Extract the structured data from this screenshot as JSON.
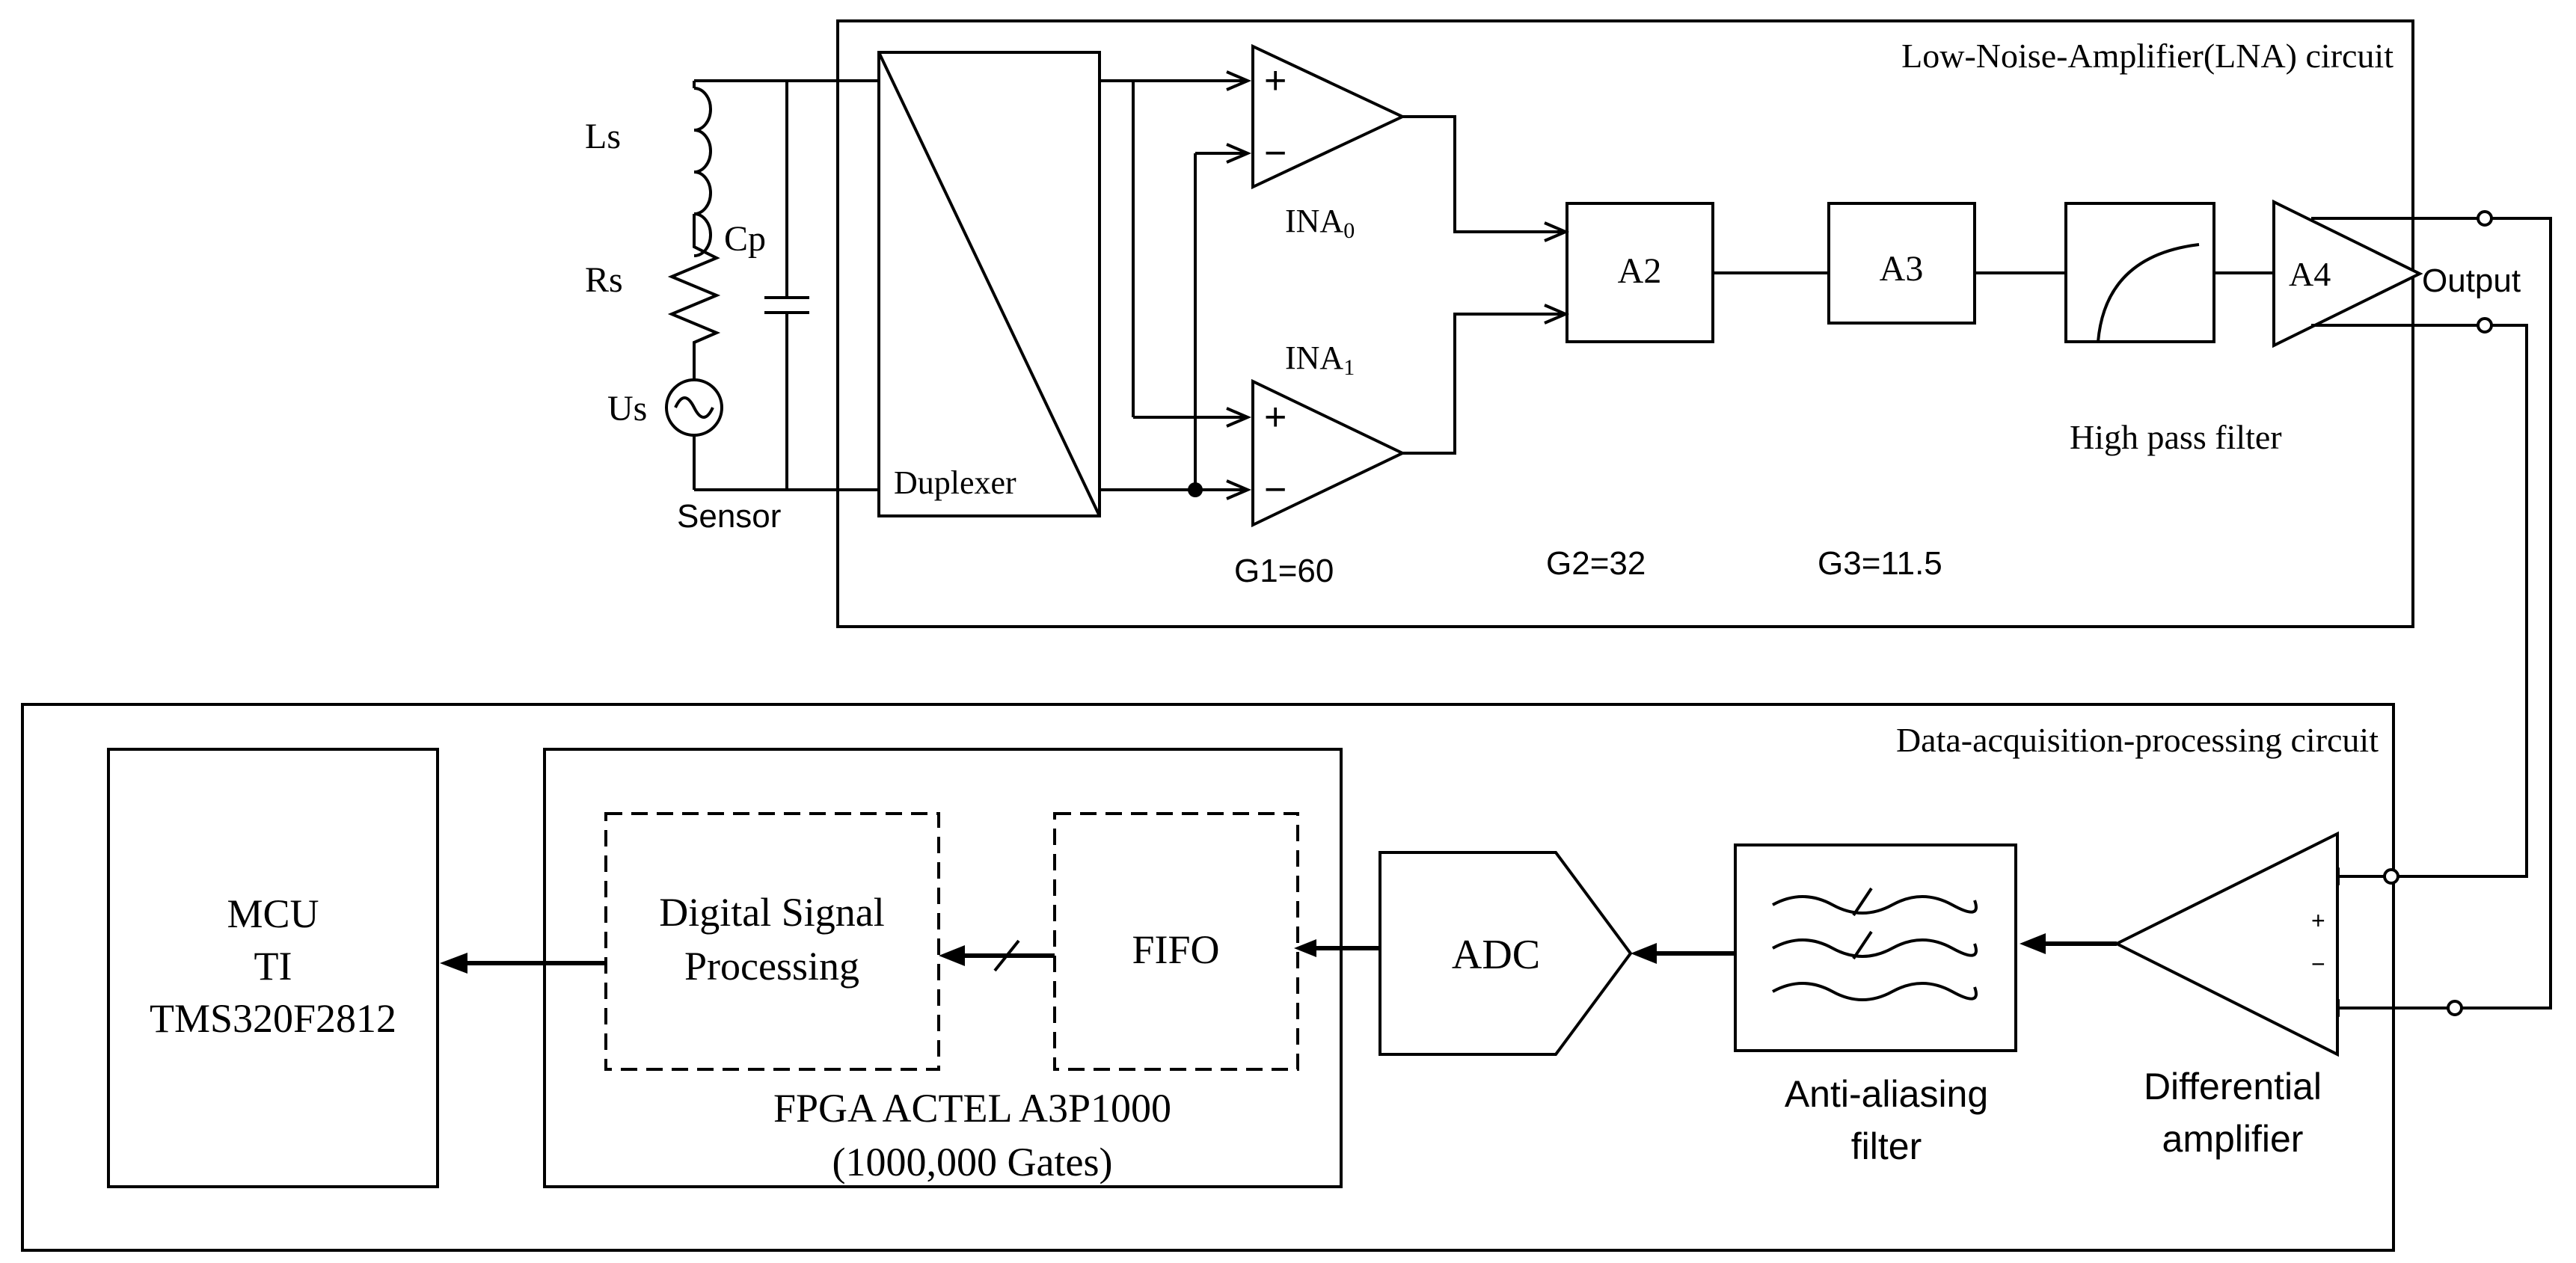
{
  "lna_panel": {
    "title": "Low-Noise-Amplifier(LNA) circuit",
    "sensor_label": "Sensor",
    "ls_label": "Ls",
    "rs_label": "Rs",
    "us_label": "Us",
    "cp_label": "Cp",
    "duplexer_label": "Duplexer",
    "ina0_label": "INA",
    "ina0_sub": "0",
    "ina1_label": "INA",
    "ina1_sub": "1",
    "plus_sign": "+",
    "minus_sign": "−",
    "a2_label": "A2",
    "a3_label": "A3",
    "a4_label": "A4",
    "hpf_label": "High pass filter",
    "output_label": "Output",
    "g1_label": "G1=60",
    "g2_label": "G2=32",
    "g3_label": "G3=11.5"
  },
  "daq_panel": {
    "title": "Data-acquisition-processing circuit",
    "mcu_line1": "MCU",
    "mcu_line2": "TI",
    "mcu_line3": "TMS320F2812",
    "dsp_line1": "Digital Signal",
    "dsp_line2": "Processing",
    "fifo_label": "FIFO",
    "fpga_line1": "FPGA ACTEL A3P1000",
    "fpga_line2": "(1000,000 Gates)",
    "adc_label": "ADC",
    "aaf_line1": "Anti-aliasing",
    "aaf_line2": "filter",
    "diff_line1": "Differential",
    "diff_line2": "amplifier",
    "diff_plus": "+",
    "diff_minus": "−"
  }
}
